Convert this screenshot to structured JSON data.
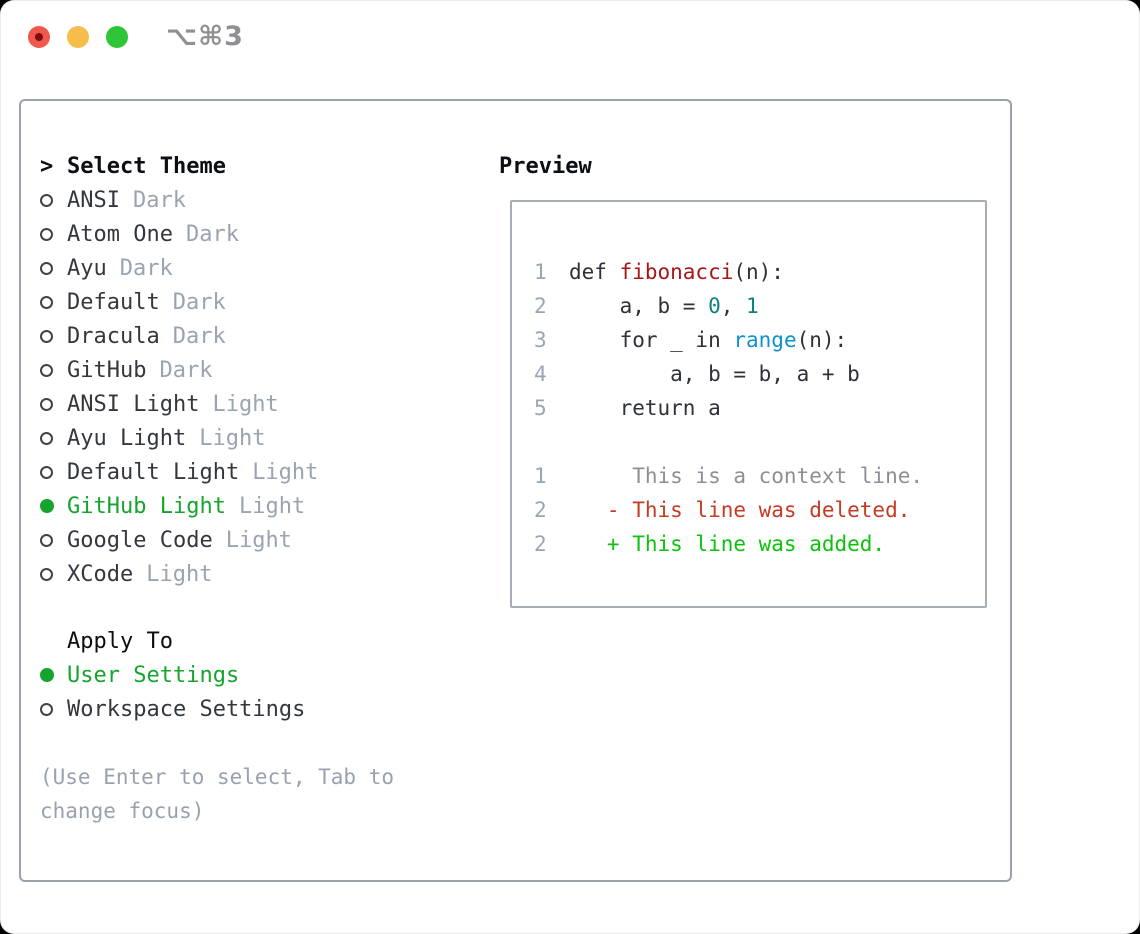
{
  "colors": {
    "trafficClose": "#f0574d",
    "trafficMinimize": "#f6bd4a",
    "trafficZoom": "#2ec539",
    "unsavedDot": "#7d0d0d",
    "titleGray": "#8e9093",
    "panelBorder": "#9aa1ab",
    "previewBorder": "#a7adb6",
    "radioRing": "#3f444b",
    "selectedGreen": "#16a42e",
    "itemDark": "#33383f",
    "variantGray": "#9aa4b0",
    "helpGray": "#98a2ae",
    "lineNumber": "#9aa5b4",
    "codeDefault": "#2d3139",
    "funcRed": "#a61717",
    "numberTeal": "#0d8080",
    "builtinBlue": "#0d93cc",
    "contextGray": "#8b9097",
    "deletedRed": "#c43b22",
    "addedGreen": "#0cc20c"
  },
  "window": {
    "title": "⌥⌘3"
  },
  "theme_panel": {
    "header_prefix": ">",
    "header": "Select Theme",
    "themes": [
      {
        "name": "ANSI",
        "variant": "Dark",
        "selected": false
      },
      {
        "name": "Atom One",
        "variant": "Dark",
        "selected": false
      },
      {
        "name": "Ayu",
        "variant": "Dark",
        "selected": false
      },
      {
        "name": "Default",
        "variant": "Dark",
        "selected": false
      },
      {
        "name": "Dracula",
        "variant": "Dark",
        "selected": false
      },
      {
        "name": "GitHub",
        "variant": "Dark",
        "selected": false
      },
      {
        "name": "ANSI Light",
        "variant": "Light",
        "selected": false
      },
      {
        "name": "Ayu Light",
        "variant": "Light",
        "selected": false
      },
      {
        "name": "Default Light",
        "variant": "Light",
        "selected": false
      },
      {
        "name": "GitHub Light",
        "variant": "Light",
        "selected": true
      },
      {
        "name": "Google Code",
        "variant": "Light",
        "selected": false
      },
      {
        "name": "XCode",
        "variant": "Light",
        "selected": false
      }
    ],
    "apply_to": {
      "header": "Apply To",
      "options": [
        {
          "label": "User Settings",
          "selected": true
        },
        {
          "label": "Workspace Settings",
          "selected": false
        }
      ]
    },
    "help": [
      "(Use Enter to select, Tab to",
      "change focus)"
    ]
  },
  "preview": {
    "header": "Preview",
    "code_lines": [
      {
        "num": "1",
        "segments": [
          [
            "def ",
            "code"
          ],
          [
            "fibonacci",
            "func"
          ],
          [
            "(n):",
            "code"
          ]
        ]
      },
      {
        "num": "2",
        "segments": [
          [
            "    a, b = ",
            "code"
          ],
          [
            "0",
            "number"
          ],
          [
            ", ",
            "code"
          ],
          [
            "1",
            "number"
          ]
        ]
      },
      {
        "num": "3",
        "segments": [
          [
            "    for _ in ",
            "code"
          ],
          [
            "range",
            "builtin"
          ],
          [
            "(n):",
            "code"
          ]
        ]
      },
      {
        "num": "4",
        "segments": [
          [
            "        a, b = b, a + b",
            "code"
          ]
        ]
      },
      {
        "num": "5",
        "segments": [
          [
            "    return a",
            "code"
          ]
        ]
      }
    ],
    "diff_lines": [
      {
        "num": "1",
        "segments": [
          [
            "     This is a context line.",
            "context"
          ]
        ]
      },
      {
        "num": "2",
        "segments": [
          [
            "   - This line was deleted.",
            "deleted"
          ]
        ]
      },
      {
        "num": "2",
        "segments": [
          [
            "   + This line was added.",
            "added"
          ]
        ]
      }
    ]
  }
}
